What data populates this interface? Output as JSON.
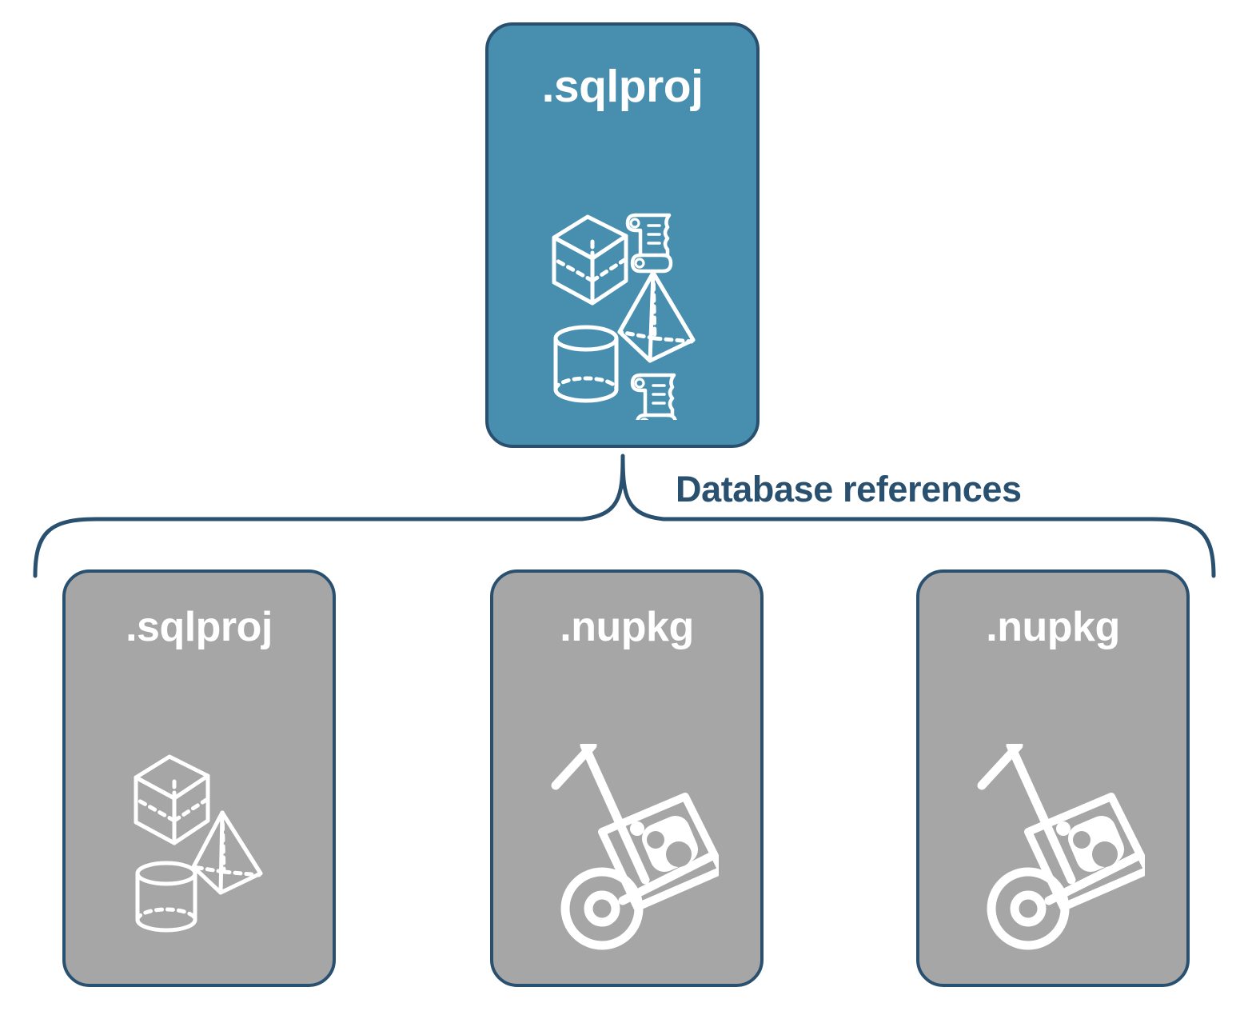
{
  "diagram": {
    "title": "Database references",
    "colors": {
      "primary_fill": "#478EAF",
      "secondary_fill": "#A6A6A6",
      "stroke": "#2A5070",
      "label_text": "#2A5070",
      "icon": "#FFFFFF",
      "background": "#FFFFFF"
    },
    "root": {
      "label": ".sqlproj",
      "kind": "sql-project",
      "icons": [
        "cube-icon",
        "pyramid-icon",
        "cylinder-icon",
        "script-scroll-icon",
        "script-scroll-icon"
      ]
    },
    "relationship_label": "Database references",
    "references": [
      {
        "label": ".sqlproj",
        "kind": "sql-project",
        "icons": [
          "cube-icon",
          "pyramid-icon",
          "cylinder-icon"
        ]
      },
      {
        "label": ".nupkg",
        "kind": "nuget-package",
        "icons": [
          "hand-truck-package-icon"
        ]
      },
      {
        "label": ".nupkg",
        "kind": "nuget-package",
        "icons": [
          "hand-truck-package-icon"
        ]
      }
    ]
  }
}
